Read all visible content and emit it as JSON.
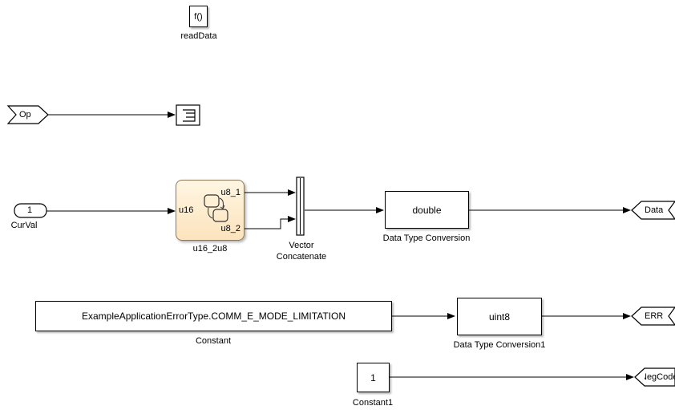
{
  "blocks": {
    "function_call": {
      "glyph": "f()",
      "label": "readData"
    },
    "from_op": {
      "tag": "Op"
    },
    "inport_curval": {
      "number": "1",
      "label": "CurVal"
    },
    "chart": {
      "label": "u16_2u8",
      "in_port": "u16",
      "out_port_1": "u8_1",
      "out_port_2": "u8_2"
    },
    "vector_concatenate": {
      "label_line1": "Vector",
      "label_line2": "Concatenate"
    },
    "dtc_double": {
      "text": "double",
      "label": "Data Type Conversion"
    },
    "goto_data": {
      "tag": "Data"
    },
    "constant": {
      "value": "ExampleApplicationErrorType.COMM_E_MODE_LIMITATION",
      "label": "Constant"
    },
    "dtc_uint8": {
      "text": "uint8",
      "label": "Data Type Conversion1"
    },
    "goto_err": {
      "tag": "ERR"
    },
    "constant1": {
      "value": "1",
      "label": "Constant1"
    },
    "goto_negcode": {
      "tag": "NegCode"
    }
  },
  "colors": {
    "canvas": "#ffffff",
    "line": "#000000",
    "chart_fill": "#fce3bd",
    "chart_border": "#8c7a5a"
  }
}
